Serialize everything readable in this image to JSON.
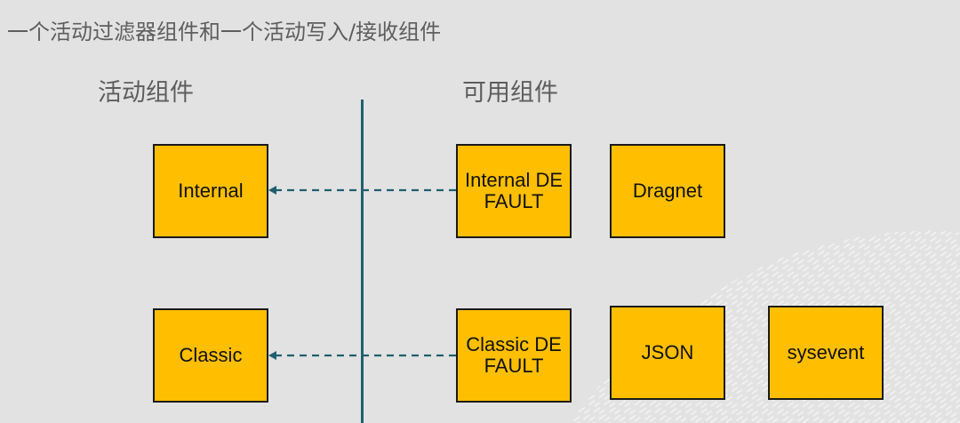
{
  "title": "一个活动过滤器组件和一个活动写入/接收组件",
  "columns": {
    "active_header": "活动组件",
    "available_header": "可用组件"
  },
  "active_components": [
    {
      "label": "Internal"
    },
    {
      "label": "Classic"
    }
  ],
  "available_components": [
    {
      "label": "Internal DEFAULT"
    },
    {
      "label": "Dragnet"
    },
    {
      "label": "Classic DEFAULT"
    },
    {
      "label": "JSON"
    },
    {
      "label": "sysevent"
    }
  ],
  "connections": [
    {
      "from": "Internal DEFAULT",
      "to": "Internal",
      "style": "dashed"
    },
    {
      "from": "Classic DEFAULT",
      "to": "Classic",
      "style": "dashed"
    }
  ],
  "colors": {
    "box_fill": "#ffbf00",
    "box_border": "#1a1a1a",
    "line": "#1f5f70",
    "background": "#e1e2e1"
  }
}
